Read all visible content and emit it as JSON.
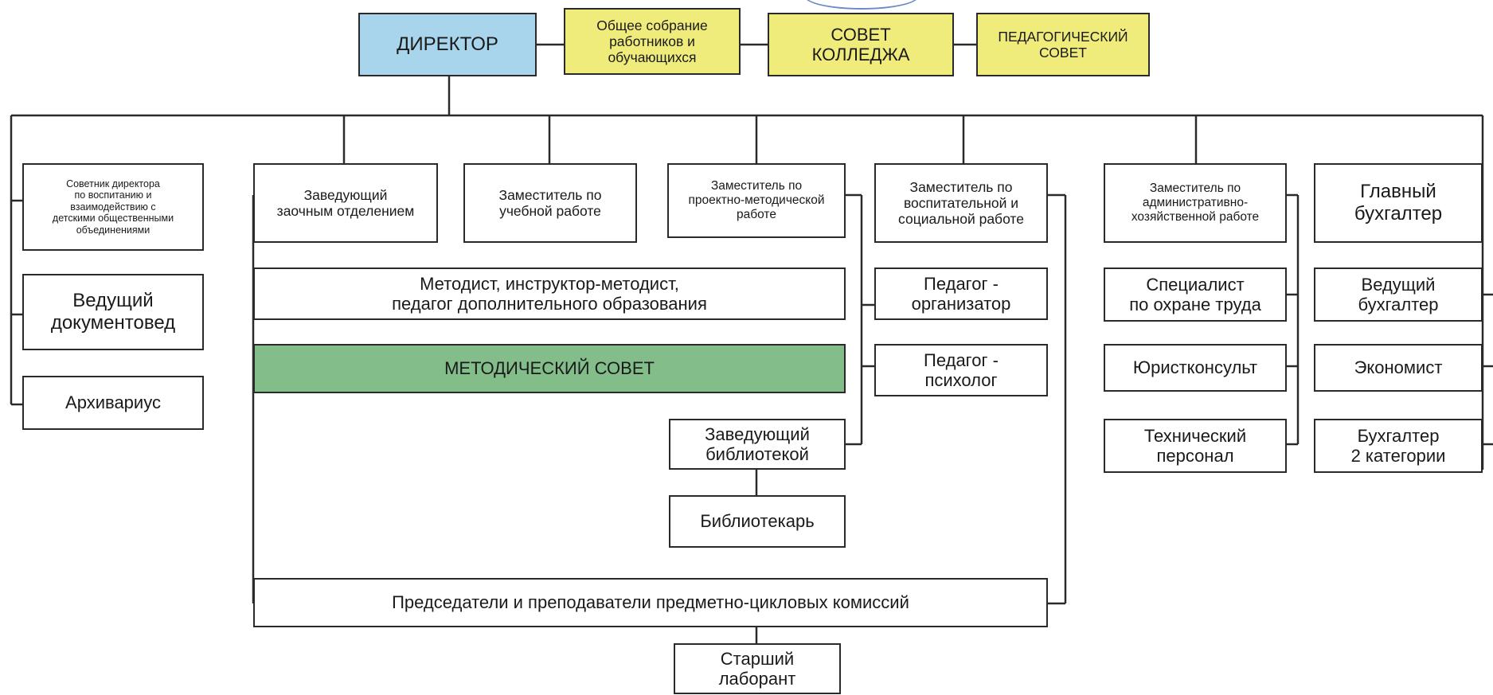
{
  "nodes": {
    "director": "ДИРЕКТОР",
    "general_meeting": "Общее собрание\nработников и\nобучающихся",
    "college_council": "СОВЕТ\nКОЛЛЕДЖА",
    "pedagogical_council": "ПЕДАГОГИЧЕСКИЙ\nСОВЕТ",
    "advisor": "Советник директора\nпо воспитанию и\nвзаимодействию с\nдетскими общественными\nобъединениями",
    "lead_records_manager": "Ведущий\nдокументовед",
    "archivist": "Архивариус",
    "head_correspondence": "Заведующий\nзаочным отделением",
    "deputy_academic": "Заместитель по\nучебной работе",
    "deputy_methodical": "Заместитель по\nпроектно-методической\nработе",
    "deputy_social": "Заместитель по\nвоспитательной и\nсоциальной работе",
    "deputy_admin": "Заместитель по\nадминистративно-\nхозяйственной работе",
    "chief_accountant": "Главный\nбухгалтер",
    "methodologists": "Методист, инструктор-методист,\nпедагог дополнительного образования",
    "methodical_council": "МЕТОДИЧЕСКИЙ СОВЕТ",
    "pedagogue_organizer": "Педагог -\nорганизатор",
    "pedagogue_psychologist": "Педагог -\nпсихолог",
    "head_library": "Заведующий\nбиблиотекой",
    "librarian": "Библиотекарь",
    "labor_safety": "Специалист\nпо охране труда",
    "legal_counsel": "Юристконсульт",
    "technical_staff": "Технический\nперсонал",
    "lead_accountant": "Ведущий\nбухгалтер",
    "economist": "Экономист",
    "accountant_cat2": "Бухгалтер\n2 категории",
    "committee_chairs": "Председатели и преподаватели предметно-цикловых комиссий",
    "senior_lab": "Старший\nлаборант"
  },
  "colors": {
    "director": "#a8d5ec",
    "councils": "#f0ec7c",
    "methodical_council": "#82bd8a",
    "line": "#2a2a2a"
  }
}
